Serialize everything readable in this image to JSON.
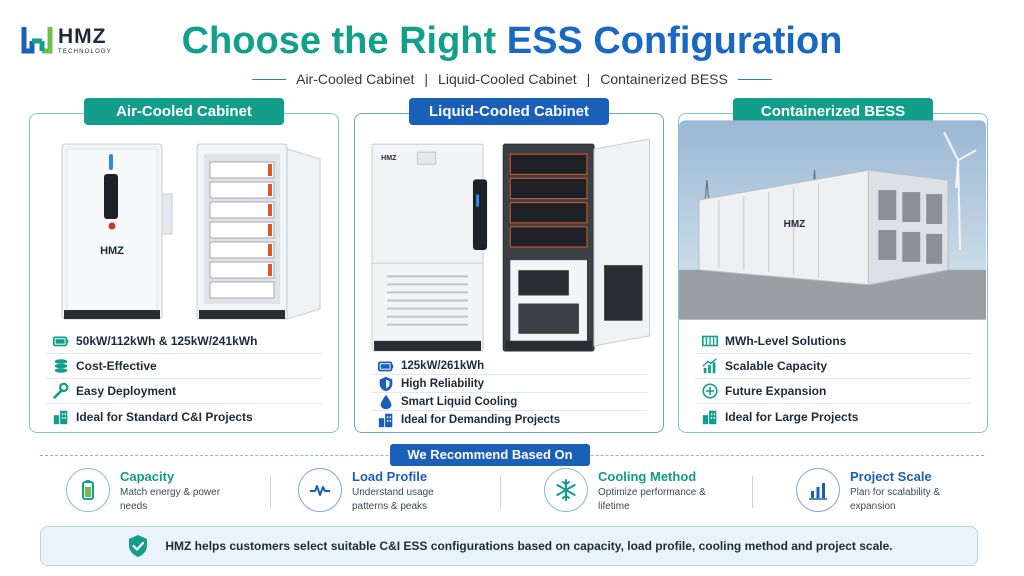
{
  "brand": {
    "name": "HMZ",
    "sub": "TECHNOLOGY"
  },
  "title": {
    "part1": "Choose the Right",
    "part2": "ESS Configuration"
  },
  "subtitle": {
    "items": [
      "Air-Cooled Cabinet",
      "Liquid-Cooled Cabinet",
      "Containerized BESS"
    ],
    "separator": "|"
  },
  "cards": [
    {
      "title": "Air-Cooled Cabinet",
      "features": [
        {
          "icon": "battery-icon",
          "label": "50kW/112kWh & 125kW/241kWh"
        },
        {
          "icon": "coins-icon",
          "label": "Cost-Effective"
        },
        {
          "icon": "wrench-icon",
          "label": "Easy Deployment"
        },
        {
          "icon": "building-icon",
          "label": "Ideal for Standard C&I Projects"
        }
      ]
    },
    {
      "title": "Liquid-Cooled Cabinet",
      "features": [
        {
          "icon": "battery-icon",
          "label": "125kW/261kWh"
        },
        {
          "icon": "shield-icon",
          "label": "High Reliability"
        },
        {
          "icon": "droplet-icon",
          "label": "Smart Liquid Cooling"
        },
        {
          "icon": "building-icon",
          "label": "Ideal for Demanding Projects"
        }
      ]
    },
    {
      "title": "Containerized BESS",
      "features": [
        {
          "icon": "container-icon",
          "label": "MWh-Level Solutions"
        },
        {
          "icon": "growth-chart-icon",
          "label": "Scalable Capacity"
        },
        {
          "icon": "plus-circle-icon",
          "label": "Future Expansion"
        },
        {
          "icon": "building-icon",
          "label": "Ideal for Large Projects"
        }
      ]
    }
  ],
  "recommend": {
    "heading": "We Recommend Based On",
    "items": [
      {
        "icon": "battery-icon",
        "title": "Capacity",
        "desc": "Match energy & power needs"
      },
      {
        "icon": "waveform-icon",
        "title": "Load Profile",
        "desc": "Understand usage patterns & peaks"
      },
      {
        "icon": "snowflake-icon",
        "title": "Cooling Method",
        "desc": "Optimize performance & lifetime"
      },
      {
        "icon": "bar-chart-icon",
        "title": "Project Scale",
        "desc": "Plan for scalability & expansion"
      }
    ]
  },
  "banner": {
    "text": "HMZ helps customers select suitable C&I ESS configurations based on capacity, load profile, cooling method and project scale."
  },
  "colors": {
    "teal": "#139e8c",
    "blue": "#1a5fb8"
  }
}
